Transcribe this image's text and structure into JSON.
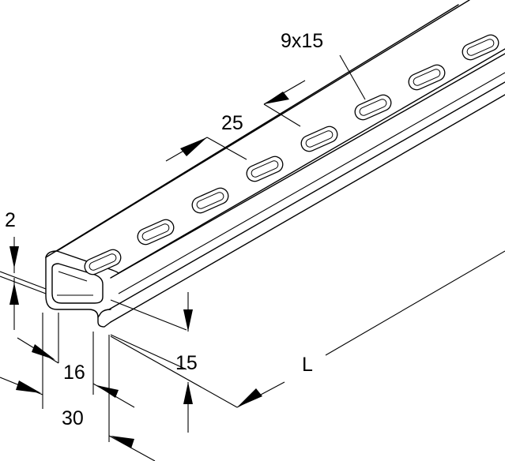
{
  "dimensions": {
    "thickness": "2",
    "slot_size": "9x15",
    "slot_pitch": "25",
    "inner_width": "16",
    "outer_width": "30",
    "height": "15",
    "length": "L"
  }
}
